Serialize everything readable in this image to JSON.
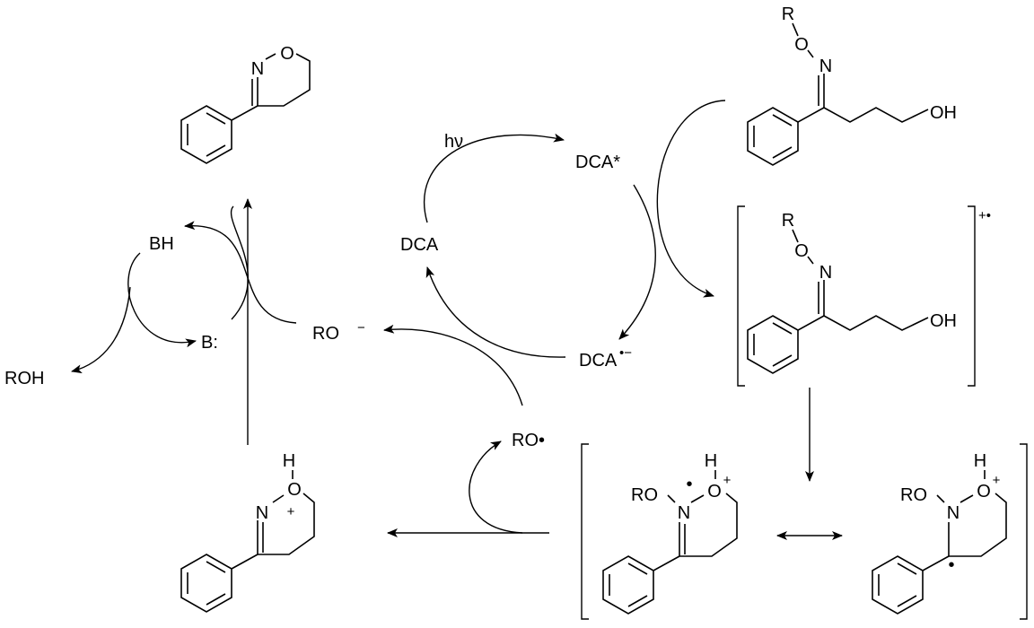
{
  "catalyst_cycle": {
    "hv": "hν",
    "dca_star": "DCA*",
    "dca": "DCA",
    "dca_radical_anion": "DCA",
    "dca_radical_anion_charge": "•−"
  },
  "intermediates": {
    "ro_anion": "RO",
    "ro_anion_charge": "−",
    "ro_radical": "RO•",
    "bh": "BH",
    "b": "B:",
    "roh": "ROH",
    "radical_cation_charge": "+•"
  },
  "atoms": {
    "R": "R",
    "O": "O",
    "N": "N",
    "OH": "OH",
    "H": "H",
    "RO": "RO",
    "plus": "+",
    "radical_dot": "•"
  },
  "colors": {
    "ink": "#000000",
    "background": "#ffffff"
  }
}
